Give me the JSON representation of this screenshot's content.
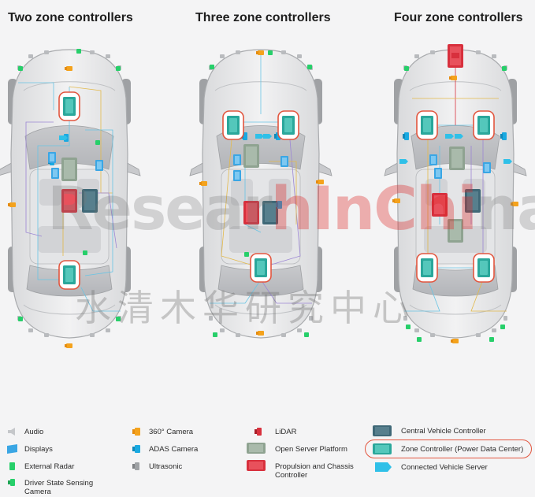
{
  "titles": {
    "two": "Two zone controllers",
    "three": "Three zone controllers",
    "four": "Four zone controllers"
  },
  "watermark": {
    "grey_a": "Resear",
    "red": "hInChi",
    "grey_b": "na",
    "cn": "水清木华研究中心"
  },
  "legend": {
    "audio": "Audio",
    "displays": "Displays",
    "external_radar": "External Radar",
    "driver_state": "Driver State Sensing Camera",
    "camera_360": "360° Camera",
    "adas_camera": "ADAS Camera",
    "ultrasonic": "Ultrasonic",
    "lidar": "LiDAR",
    "open_server": "Open Server Platform",
    "propulsion": "Propulsion and Chassis Controller",
    "central_vehicle": "Central Vehicle Controller",
    "zone_controller": "Zone Controller (Power Data Center)",
    "connected_server": "Connected Vehicle Server"
  },
  "colors": {
    "zone": "#2aa79b",
    "zone_ring": "#e2553e",
    "central": "#3f6877",
    "propulsion": "#d8303d",
    "lidar": "#d8303d",
    "open_server": "#8fa391",
    "camera360": "#f4a21c",
    "adas": "#19a9e1",
    "radar": "#27cf6a",
    "connected": "#2fc0e8",
    "display": "#3aa6e4"
  }
}
